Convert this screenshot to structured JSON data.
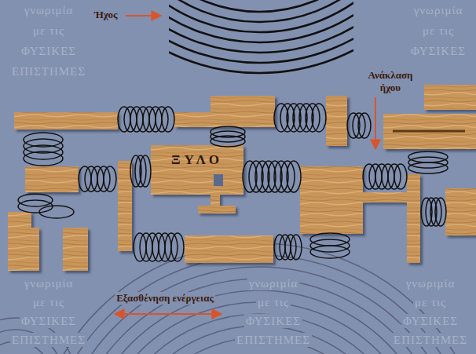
{
  "diagram": {
    "nodes": [
      {
        "text": [
          "ΞΥΛΟ"
        ]
      }
    ],
    "labels": [
      "Ήχος",
      "Ανάκλαση ήχου",
      "Εξασθένηση ενέργειας",
      "γνωριμία",
      "με τις",
      "ΦΥΣΙΚΕΣ",
      "ΕΠΙΣΤΗΜΕΣ",
      "γνωριμία",
      "με τις",
      "ΦΥΣΙΚΕΣ",
      "γνωριμία",
      "με τις",
      "ΦΥΣΙΚΕΣ",
      "ΕΠΙΣΤΗΜΕΣ",
      "γνωριμία",
      "με τις",
      "ΦΥΣΙΚΕΣ",
      "ΕΠΙΣΤΗΜΕΣ",
      "γνωριμία",
      "με τις",
      "ΦΥΣΙΚΕΣ",
      "ΕΠΙΣΤΗΜΕΣ"
    ]
  }
}
